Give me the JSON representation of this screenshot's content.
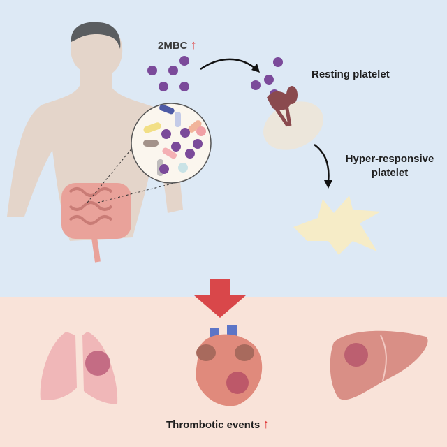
{
  "labels": {
    "metabolite": "2MBC",
    "metabolite_trend": "↑",
    "resting": "Resting platelet",
    "hyper_line1": "Hyper-responsive",
    "hyper_line2": "platelet",
    "outcome": "Thrombotic events",
    "outcome_trend": "↑"
  },
  "colors": {
    "top_bg": "#dde9f5",
    "bottom_bg": "#f9e3d9",
    "molecule": "#7b4a9a",
    "arrow_red": "#d9474a",
    "receptor": "#8a4a4e",
    "platelet_hyper": "#f6ecc7"
  }
}
